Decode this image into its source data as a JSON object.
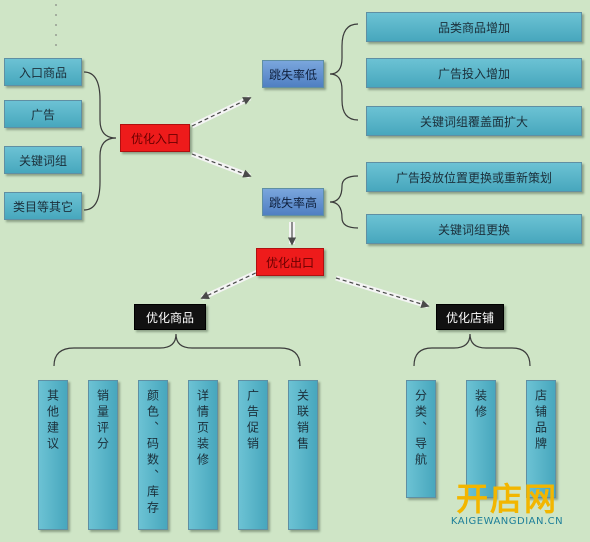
{
  "left_inputs": [
    "入口商品",
    "广告",
    "关键词组",
    "类目等其它"
  ],
  "center": {
    "main": "优化入口",
    "result": "优化出口"
  },
  "branches": [
    {
      "label": "跳失率低",
      "children": [
        "品类商品增加",
        "广告投入增加",
        "关键词组覆盖面扩大"
      ]
    },
    {
      "label": "跳失率高",
      "children": [
        "广告投放位置更换或重新策划",
        "关键词组更换"
      ]
    }
  ],
  "bottom": {
    "left": {
      "label": "优化商品",
      "children": [
        "其他建议",
        "销量评分",
        "颜色、码数、库存",
        "详情页装修",
        "广告促销",
        "关联销售"
      ]
    },
    "right": {
      "label": "优化店铺",
      "children": [
        "分类、导航",
        "装修",
        "店铺品牌"
      ]
    }
  },
  "watermark": {
    "brand": "开店网",
    "url": "KAIGEWANGDIAN.CN"
  },
  "colors": {
    "background": "#cfe5c6",
    "node": "#55b3c8",
    "highlight": "#ee1b1b",
    "dark": "#111111",
    "mid": "#5a8ed0"
  }
}
